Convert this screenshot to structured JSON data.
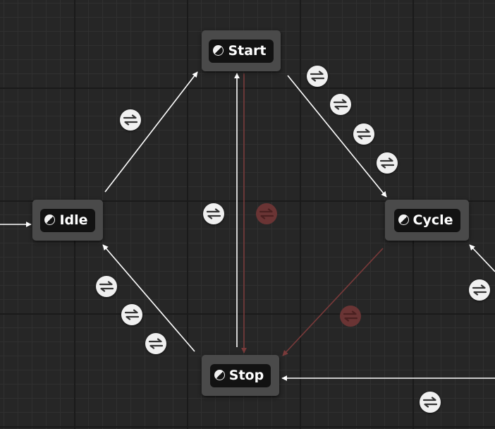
{
  "graph": {
    "states": {
      "start": "Start",
      "idle": "Idle",
      "cycle": "Cycle",
      "stop": "Stop"
    },
    "icons": {
      "state": "state-icon",
      "transition": "transition-rule-icon"
    },
    "colors": {
      "canvas": "#262626",
      "node": "#4a4a4a",
      "node_label_bg": "#121212",
      "transition_active": "#ffffff",
      "transition_inactive": "#7a3a3a"
    }
  }
}
